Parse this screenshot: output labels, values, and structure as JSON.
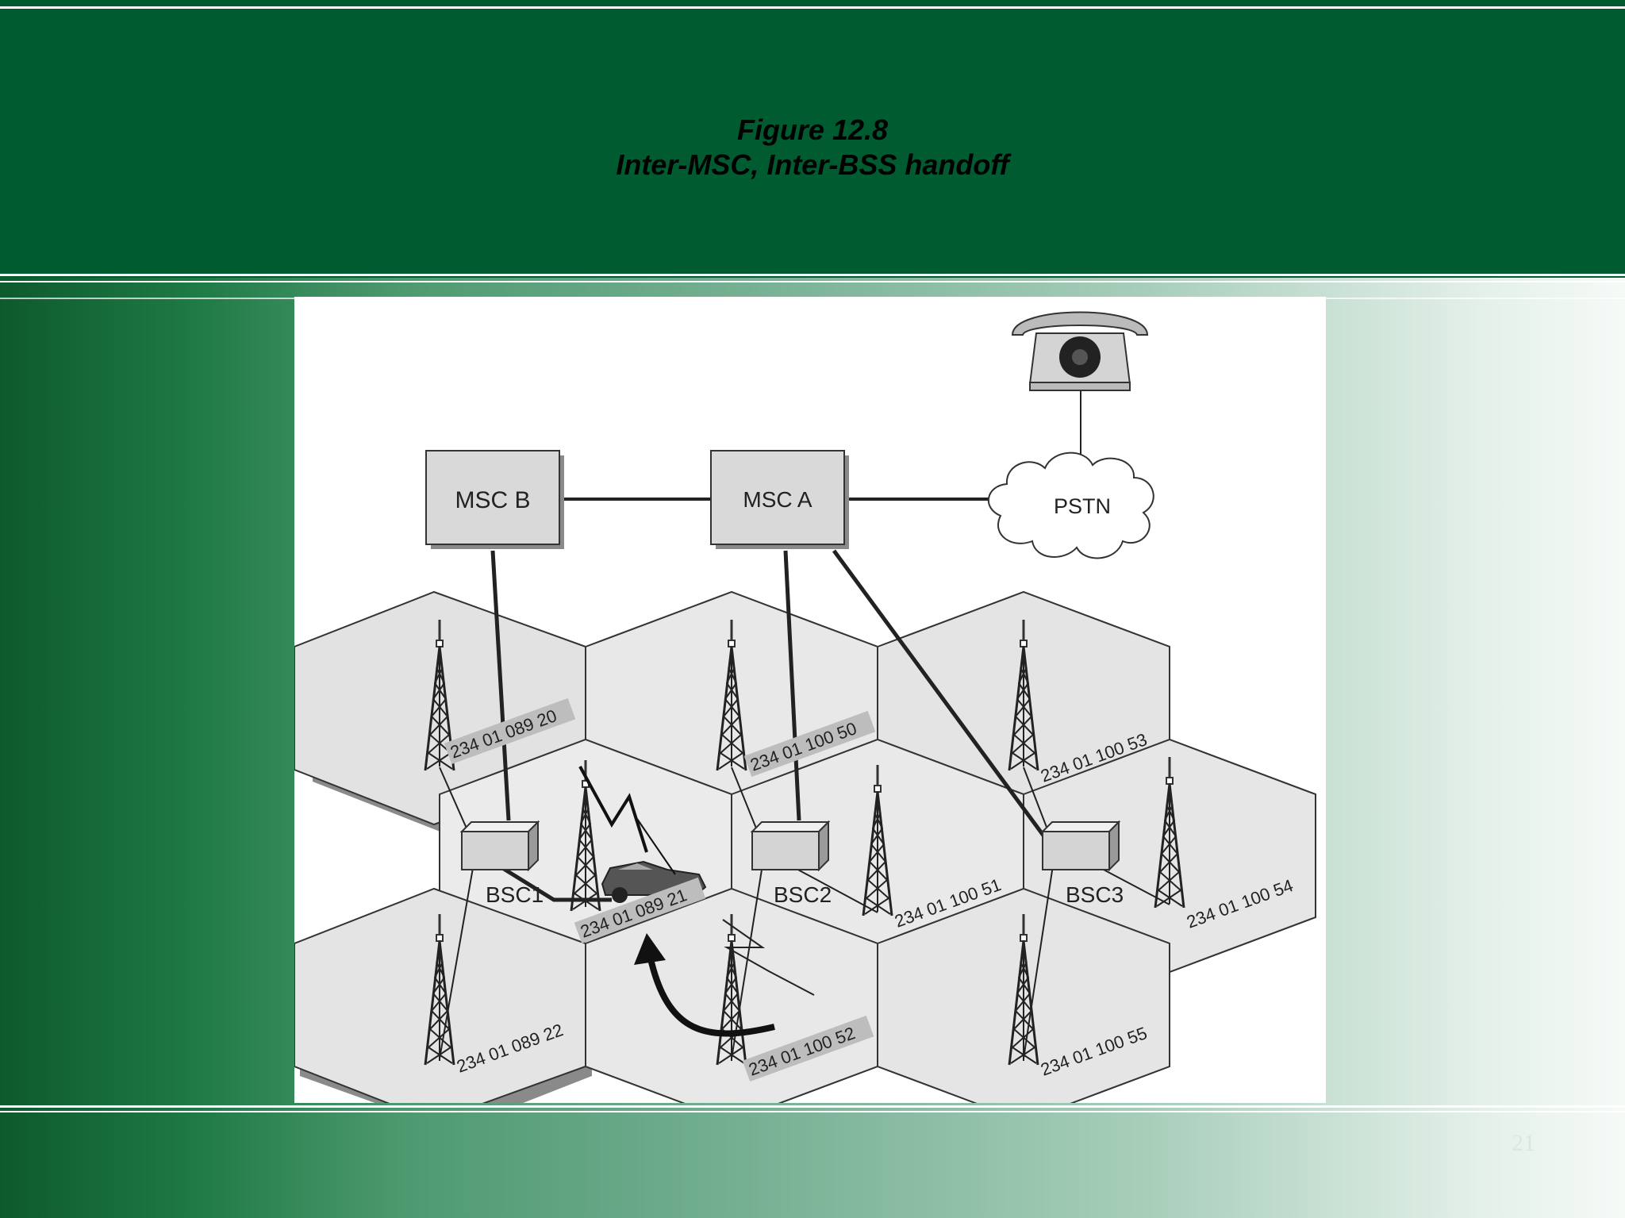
{
  "slide": {
    "title_line1": "Figure 12.8",
    "title_line2": "Inter-MSC, Inter-BSS handoff",
    "page_number": "21"
  },
  "diagram": {
    "msc_b": "MSC B",
    "msc_a": "MSC A",
    "pstn": "PSTN",
    "bsc1": "BSC1",
    "bsc2": "BSC2",
    "bsc3": "BSC3",
    "cells": {
      "c0892_0": "234 01 089 20",
      "c1005_0": "234 01 100 50",
      "c1005_3": "234 01 100 53",
      "c0892_1": "234 01 089 21",
      "c1005_1": "234 01 100 51",
      "c1005_4": "234 01 100 54",
      "c0892_2": "234 01 089 22",
      "c1005_2": "234 01 100 52",
      "c1005_5": "234 01 100 55"
    }
  },
  "colors": {
    "header": "#005c30",
    "hex_fill": "#e6e6e6",
    "box_fill": "#d9d9d9",
    "label_bar": "#bdbdbd"
  }
}
